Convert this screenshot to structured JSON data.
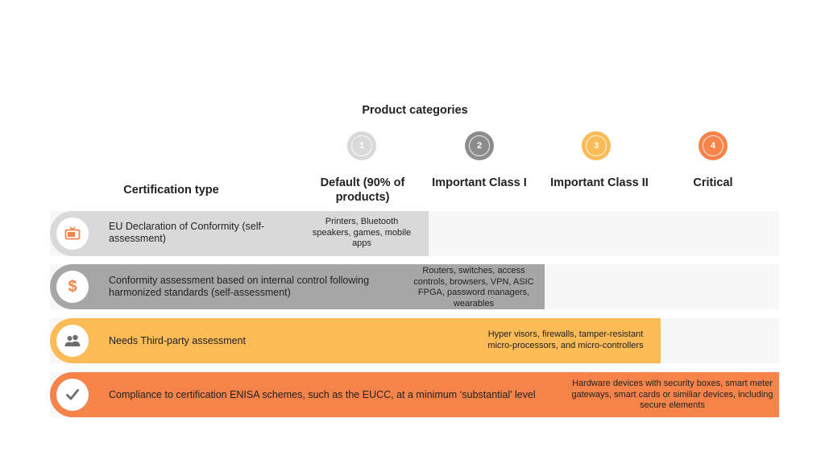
{
  "title": "Product categories",
  "certification_header": "Certification type",
  "categories": [
    {
      "number": "1",
      "label": "Default (90% of products)",
      "color": "#d9d9d9"
    },
    {
      "number": "2",
      "label": "Important Class I",
      "color": "#8c8c8c"
    },
    {
      "number": "3",
      "label": "Important Class II",
      "color": "#fbbb57"
    },
    {
      "number": "4",
      "label": "Critical",
      "color": "#f6844a"
    }
  ],
  "rows": [
    {
      "label": "EU Declaration of Conformity (self-assessment)",
      "products": "Printers, Bluetooth speakers, games, mobile apps",
      "icon": "tv-icon",
      "color": "#d9d9d9",
      "icon_color": "#f6844a"
    },
    {
      "label": "Conformity assessment based on internal control following harmonized standards (self-assessment)",
      "products": "Routers, switches, access controls, browsers, VPN, ASIC FPGA, password managers, wearables",
      "icon": "dollar-icon",
      "color": "#a6a6a6",
      "icon_color": "#f6844a"
    },
    {
      "label": "Needs Third-party assessment",
      "products": "Hyper visors, firewalls, tamper-resistant micro-processors, and micro-controllers",
      "icon": "people-icon",
      "color": "#fbbb57",
      "icon_color": "#6d6d6d"
    },
    {
      "label": "Compliance to certification ENISA schemes, such as the EUCC, at a minimum ‘substantial’ level",
      "products": "Hardware devices with security boxes, smart meter gateways, smart cards or similiar devices, including secure elements",
      "icon": "checkmark-icon",
      "color": "#f6844a",
      "icon_color": "#6d6d6d"
    }
  ]
}
